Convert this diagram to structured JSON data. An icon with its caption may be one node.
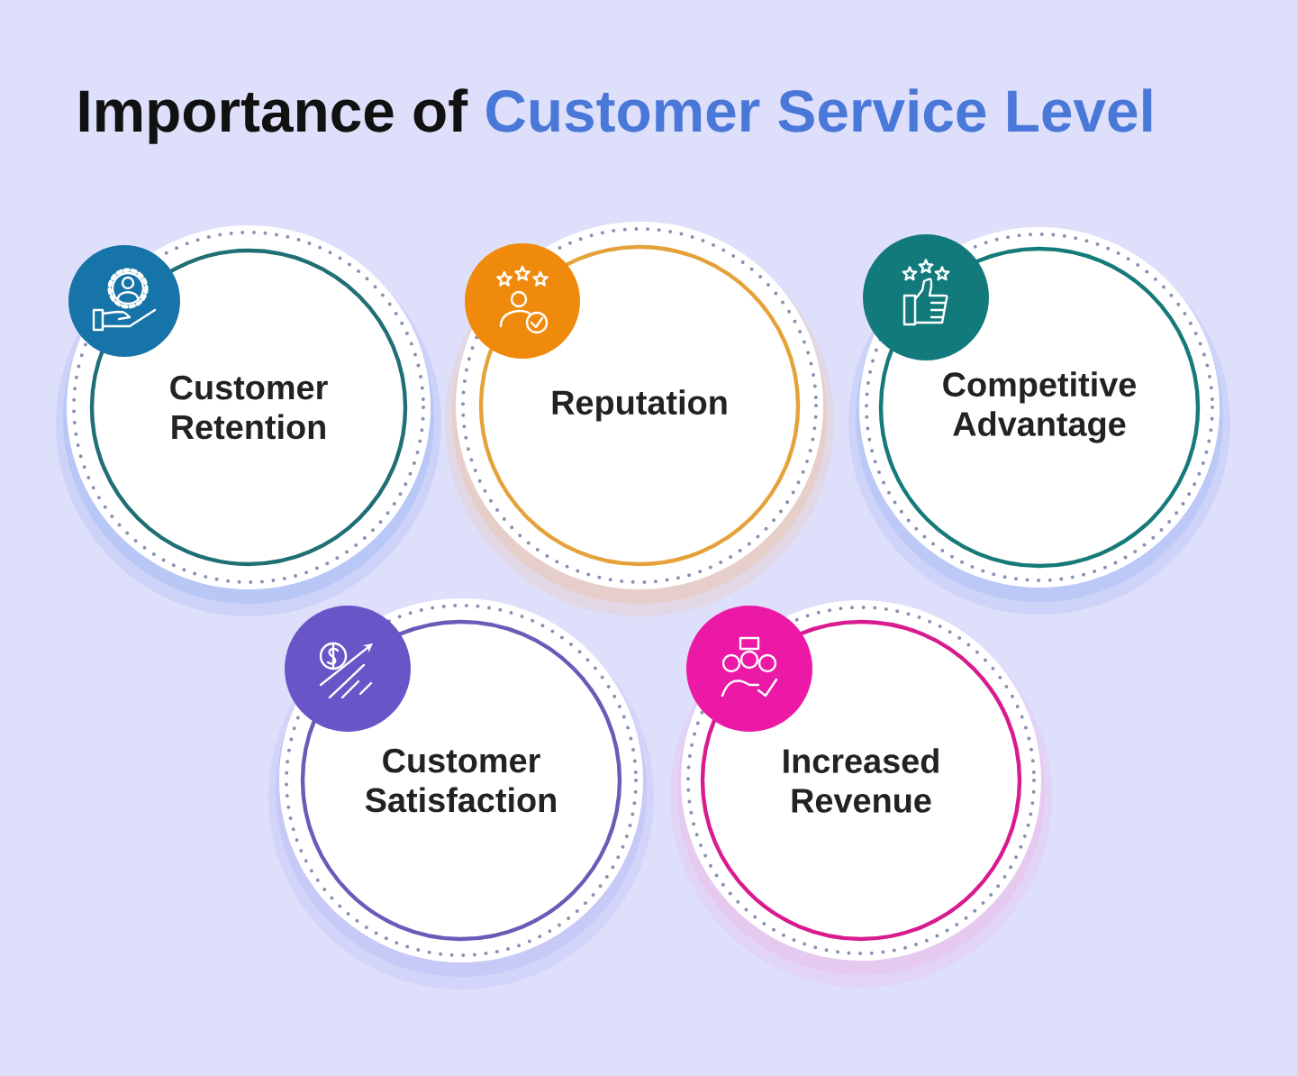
{
  "diagram": {
    "title": "Importance of Customer Service Level",
    "nodes": [
      {
        "text": [
          "Customer Retention"
        ]
      },
      {
        "text": [
          "Reputation"
        ]
      },
      {
        "text": [
          "Competitive Advantage"
        ]
      },
      {
        "text": [
          "Customer Satisfaction"
        ]
      },
      {
        "text": [
          "Increased Revenue"
        ]
      }
    ]
  }
}
